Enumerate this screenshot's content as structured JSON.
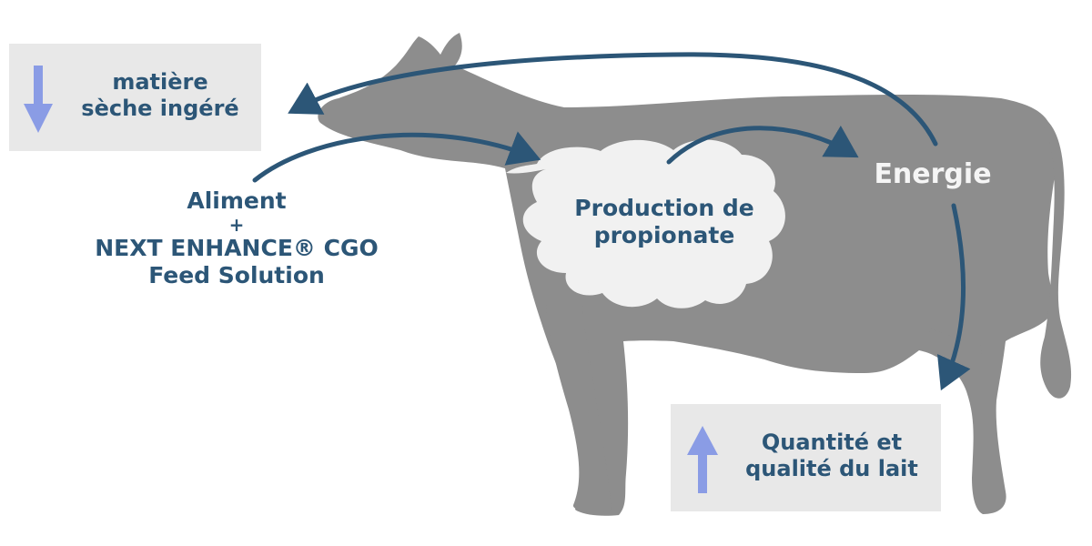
{
  "colors": {
    "cow": "#8d8d8d",
    "cloud": "#f1f1f1",
    "arrow": "#2c5677",
    "text": "#2c5677",
    "indicator": "#8a9ce5",
    "box": "#e8e8e8",
    "energie_text": "#f5f5f5"
  },
  "intake_box": {
    "line1": "matière",
    "line2": "sèche ingéré",
    "indicator": "down-arrow-icon"
  },
  "feed": {
    "line1": "Aliment",
    "line2": "+",
    "line3": "NEXT ENHANCE® CGO",
    "line4": "Feed Solution"
  },
  "rumen": {
    "line1": "Production de",
    "line2": "propionate"
  },
  "energy": {
    "label": "Energie"
  },
  "milk_box": {
    "line1": "Quantité et",
    "line2": "qualité du lait",
    "indicator": "up-arrow-icon"
  }
}
